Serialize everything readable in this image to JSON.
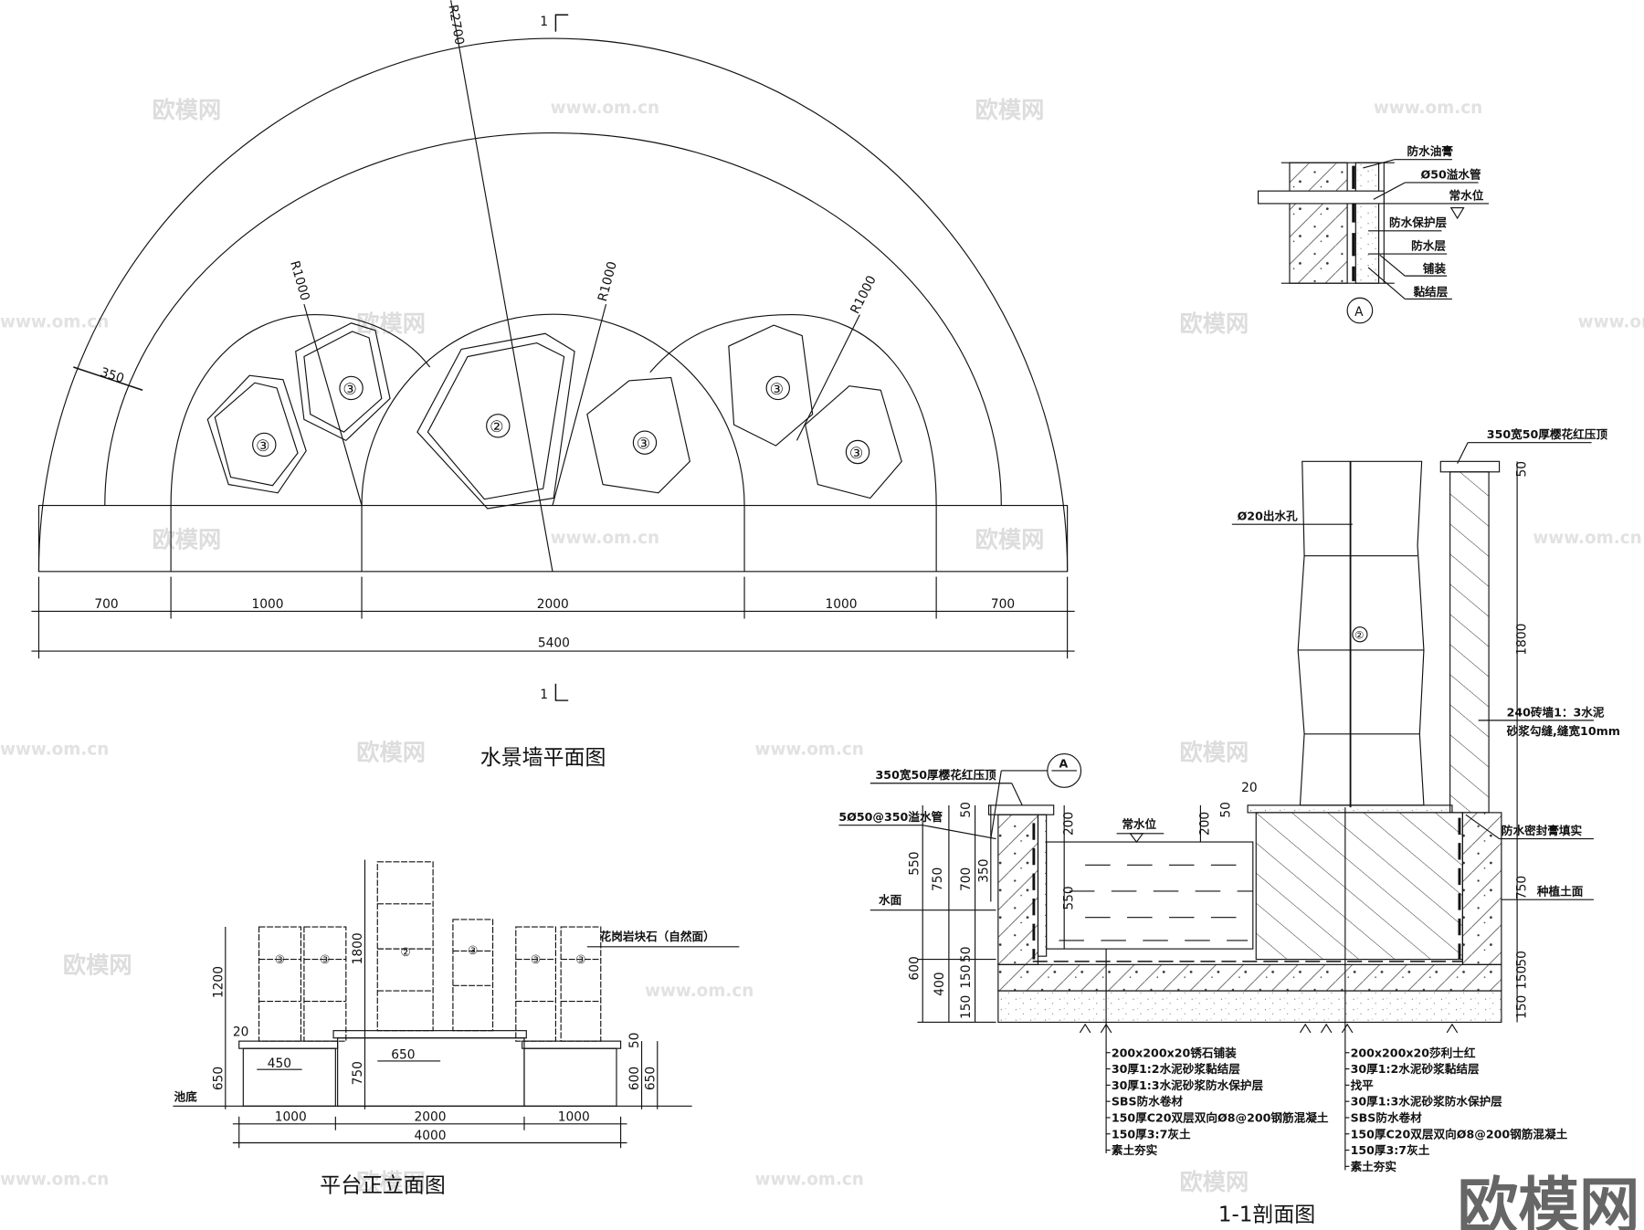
{
  "watermarks": {
    "logo": "欧模网",
    "url": "www.om.cn"
  },
  "plan": {
    "title": "水景墙平面图",
    "section_mark": "1",
    "radius_outer": "R2700",
    "radius_small": [
      "R1000",
      "R1000",
      "R1000"
    ],
    "offset": "350",
    "dims": [
      "700",
      "1000",
      "2000",
      "1000",
      "700"
    ],
    "total": "5400",
    "stones": [
      "③",
      "③",
      "②",
      "③",
      "③",
      "③"
    ]
  },
  "elevation": {
    "title": "平台正立面图",
    "material_label": "花岗岩块石（自然面）",
    "pool_bottom": "池底",
    "stones": [
      "③",
      "③",
      "②",
      "③",
      "③",
      "③"
    ],
    "dims": {
      "h1200": "1200",
      "h650": "650",
      "h1800": "1800",
      "h750": "750",
      "h600": "600",
      "h650r": "650",
      "t20": "20",
      "t50": "50",
      "w450": "450",
      "w650": "650",
      "seg": [
        "1000",
        "2000",
        "1000"
      ],
      "total": "4000"
    }
  },
  "section": {
    "title": "1-1剖面图",
    "detail_ref": "A",
    "labels": {
      "coping_left": "350宽50厚樱花红压顶",
      "overflow": "5Ø50@350溢水管",
      "water_surface": "水面",
      "normal_level": "常水位",
      "outlet": "Ø20出水孔",
      "coping_right": "350宽50厚樱花红压顶",
      "wall_1": "240砖墙1：3水泥",
      "wall_2": "砂浆勾缝,缝宽10mm",
      "sealant": "防水密封膏填实",
      "planting": "种植土面",
      "stone": "②"
    },
    "dims_left": [
      "550",
      "750",
      "700",
      "350",
      "50",
      "600",
      "400",
      "150",
      "150",
      "50"
    ],
    "dims_pool": [
      "200",
      "550",
      "200",
      "50",
      "20"
    ],
    "dims_right": [
      "50",
      "1800",
      "750",
      "50",
      "150",
      "150"
    ],
    "layers_left": [
      "200x200x20锈石铺装",
      "30厚1:2水泥砂浆黏结层",
      "30厚1:3水泥砂浆防水保护层",
      "SBS防水卷材",
      "150厚C20双层双向Ø8@200钢筋混凝土",
      "150厚3:7灰土",
      "素土夯实"
    ],
    "layers_right": [
      "200x200x20莎利士红",
      "30厚1:2水泥砂浆黏结层",
      "找平",
      "30厚1:3水泥砂浆防水保护层",
      "SBS防水卷材",
      "150厚C20双层双向Ø8@200钢筋混凝土",
      "150厚3:7灰土",
      "素土夯实"
    ]
  },
  "detail": {
    "ref": "A",
    "labels": [
      "防水油膏",
      "Ø50溢水管",
      "常水位",
      "防水保护层",
      "防水层",
      "铺装",
      "黏结层"
    ]
  }
}
